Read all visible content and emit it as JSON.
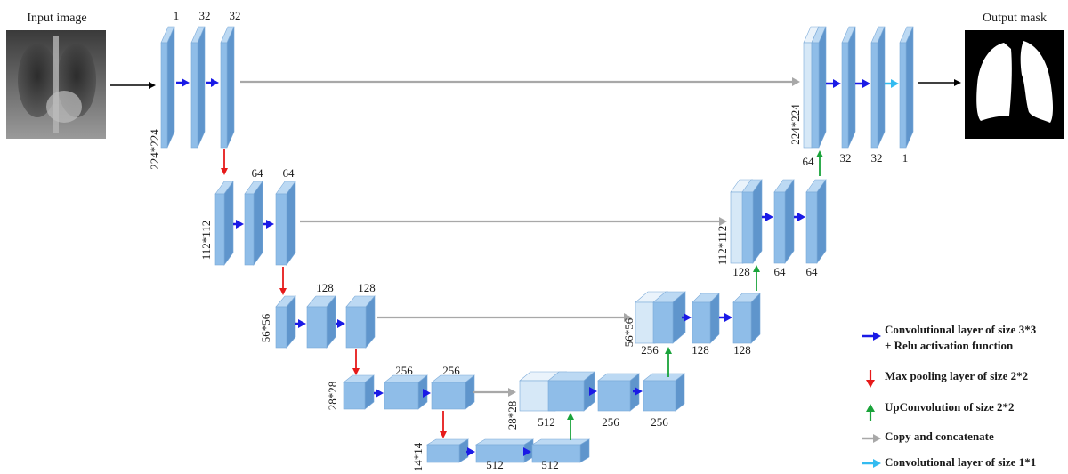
{
  "labels": {
    "input": "Input image",
    "output": "Output mask"
  },
  "encoder": {
    "l1": {
      "size": "224*224",
      "channels": [
        "1",
        "32",
        "32"
      ]
    },
    "l2": {
      "size": "112*112",
      "channels": [
        "64",
        "64"
      ]
    },
    "l3": {
      "size": "56*56",
      "channels": [
        "128",
        "128"
      ]
    },
    "l4": {
      "size": "28*28",
      "channels": [
        "256",
        "256"
      ]
    },
    "l5": {
      "size": "14*14",
      "channels": [
        "512",
        "512"
      ]
    }
  },
  "decoder": {
    "d4": {
      "size": "28*28",
      "channels": [
        "512",
        "256",
        "256"
      ]
    },
    "d3": {
      "size": "56*56",
      "channels": [
        "256",
        "128",
        "128"
      ]
    },
    "d2": {
      "size": "112*112",
      "channels": [
        "128",
        "64",
        "64"
      ]
    },
    "d1": {
      "size": "224*224",
      "channels": [
        "64",
        "32",
        "32",
        "1"
      ]
    }
  },
  "legend": {
    "conv": [
      "Convolutional layer of size 3*3",
      "+ Relu activation function"
    ],
    "pool": "Max pooling layer of size 2*2",
    "upconv": "UpConvolution of size 2*2",
    "copy": "Copy and concatenate",
    "conv1": "Convolutional layer of size 1*1"
  },
  "colors": {
    "conv_arrow": "#1a1ae6",
    "pool_arrow": "#e61a1a",
    "upconv_arrow": "#1aa33a",
    "copy_arrow": "#a8a8a8",
    "conv1_arrow": "#33bbf0",
    "block_front": "#8fbde8",
    "block_side": "#5f95cc",
    "block_top": "#bcd9f3",
    "concat_front": "#d6e8f7"
  }
}
